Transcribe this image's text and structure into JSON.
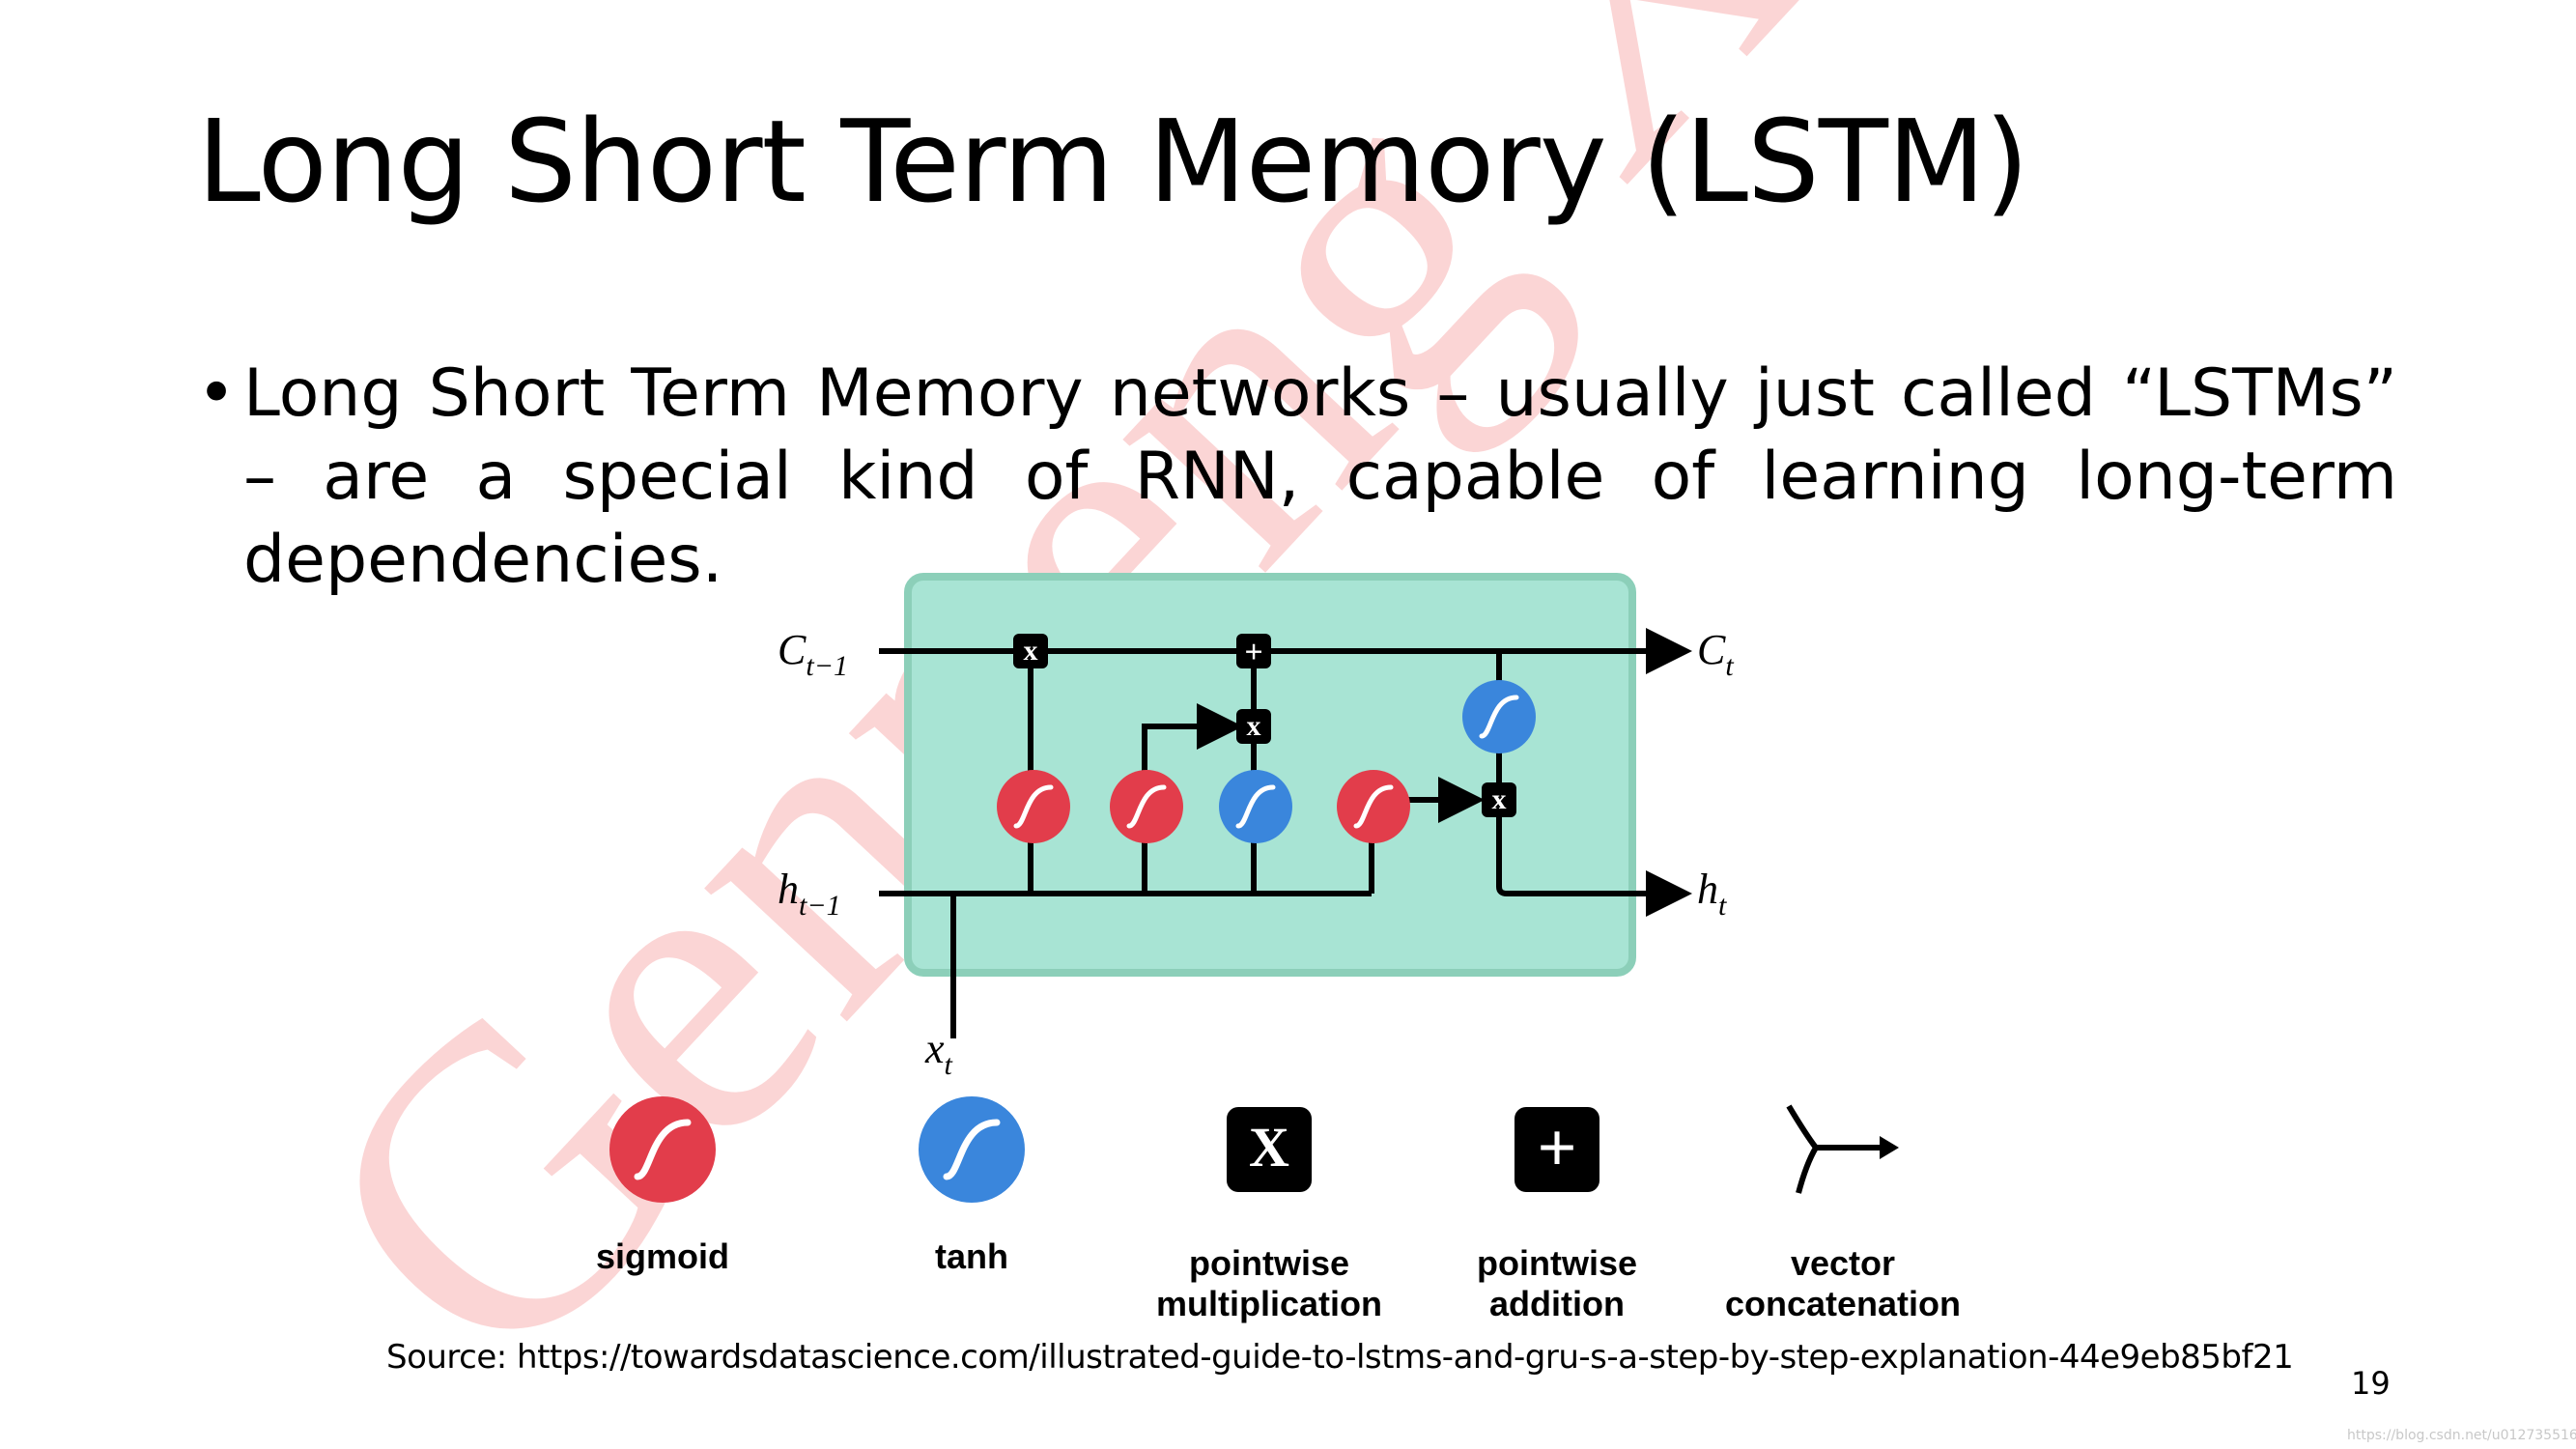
{
  "slide": {
    "title": "Long Short Term Memory (LSTM)",
    "bullet": "•",
    "bullet_text": "Long Short Term Memory networks – usually just called “LSTMs” – are a special kind of RNN, capable of learning long-term dependencies.",
    "source": "Source: https://towardsdatascience.com/illustrated-guide-to-lstms-and-gru-s-a-step-by-step-explanation-44e9eb85bf21",
    "page_number": "19",
    "footer_url": "https://blog.csdn.net/u012735516",
    "watermark_text": "Genpeng Xu"
  },
  "diagram": {
    "inputs": {
      "cell_prev": {
        "base": "C",
        "sub": "t−1"
      },
      "hidden_prev": {
        "base": "h",
        "sub": "t−1"
      },
      "x_input": {
        "base": "x",
        "sub": "t"
      }
    },
    "outputs": {
      "cell_out": {
        "base": "C",
        "sub": "t"
      },
      "hidden_out": {
        "base": "h",
        "sub": "t"
      }
    },
    "ops": {
      "multiply": "x",
      "add": "+"
    },
    "colors": {
      "cell_bg": "#a8e4d4",
      "cell_border": "#8ccfb9",
      "sigmoid": "#e23d4b",
      "tanh": "#3a86dc",
      "op_box": "#000000",
      "watermark": "#f7b3b3"
    }
  },
  "legend": [
    {
      "name": "sigmoid",
      "label_lines": [
        "sigmoid"
      ],
      "icon": "sigmoid-icon"
    },
    {
      "name": "tanh",
      "label_lines": [
        "tanh"
      ],
      "icon": "tanh-icon"
    },
    {
      "name": "pointwise-multiplication",
      "label_lines": [
        "pointwise",
        "multiplication"
      ],
      "icon": "multiply-icon",
      "symbol": "X"
    },
    {
      "name": "pointwise-addition",
      "label_lines": [
        "pointwise",
        "addition"
      ],
      "icon": "add-icon",
      "symbol": "+"
    },
    {
      "name": "vector-concatenation",
      "label_lines": [
        "vector",
        "concatenation"
      ],
      "icon": "concatenation-icon"
    }
  ]
}
